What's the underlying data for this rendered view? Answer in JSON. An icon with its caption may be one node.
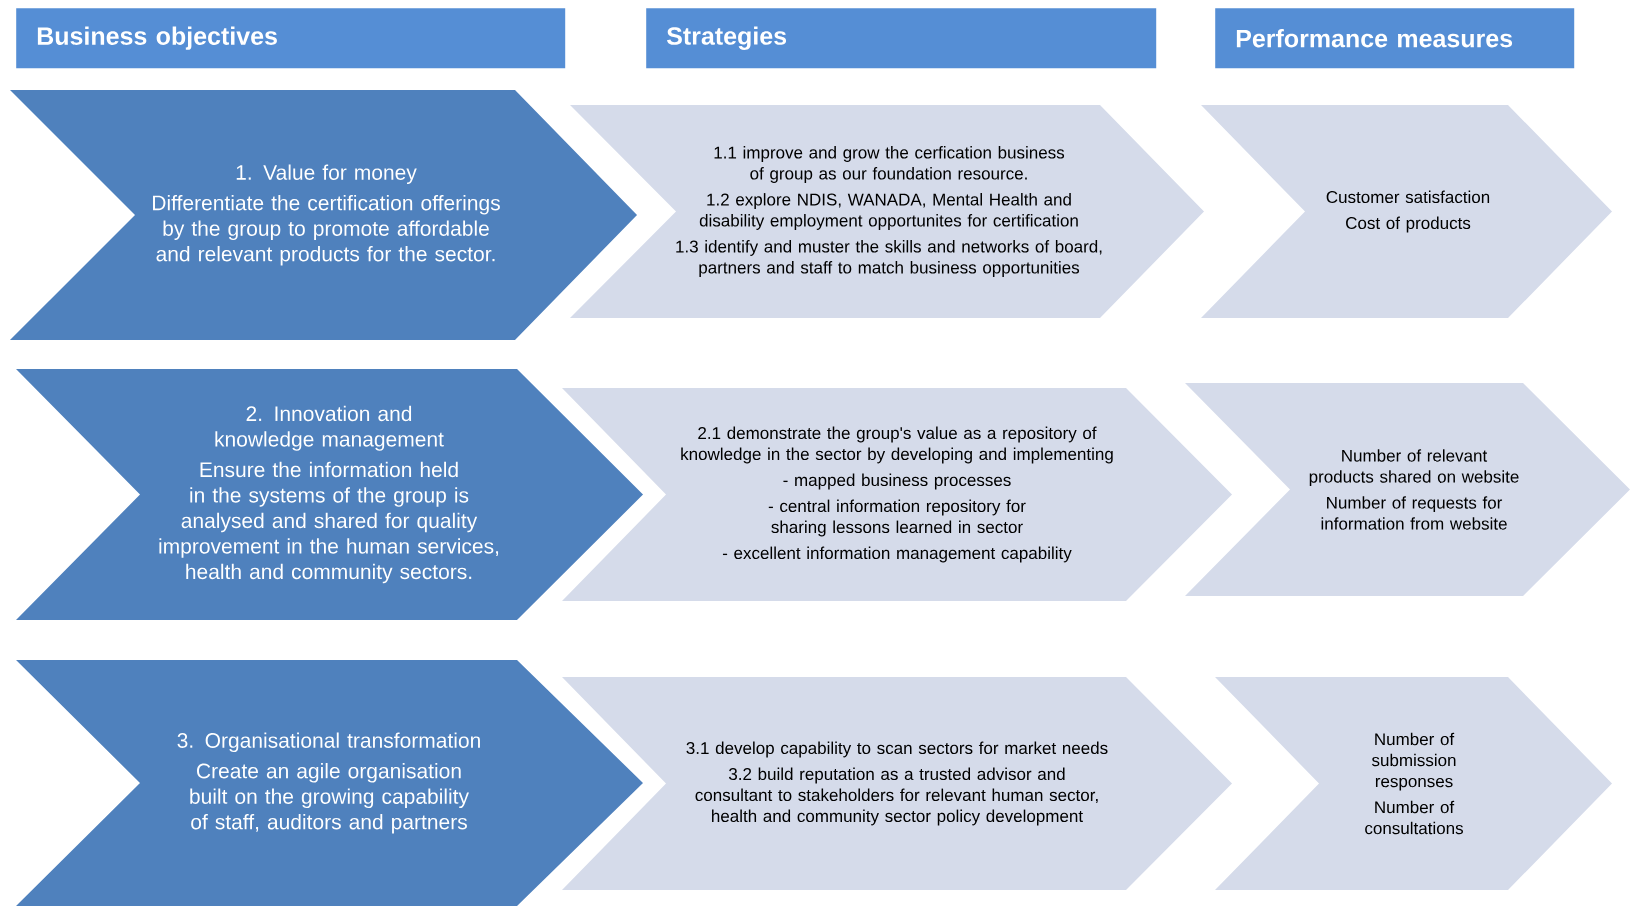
{
  "diagram": {
    "nodes": [
      {
        "text": [
          "Business objectives"
        ]
      },
      {
        "text": [
          "Strategies"
        ]
      },
      {
        "text": [
          "Performance measures"
        ]
      },
      {
        "text": [
          "1. Value for money",
          "Differentiate the certification offerings by the group to promote affordable and relevant products for the sector."
        ]
      },
      {
        "text": [
          "1.1 improve and grow the cerfication business of group as our foundation resource.",
          "1.2 explore NDIS, WANADA, Mental Health and disability employment opportunites for certification",
          "1.3 identify and muster the skills and networks of board, partners and staff to match business opportunities"
        ]
      },
      {
        "text": [
          "Customer satisfaction",
          "Cost of products"
        ]
      },
      {
        "text": [
          "2. Innovation and knowledge management",
          "Ensure the information held in the systems of the group is analysed and shared for quality improvement in the human services, health and community sectors."
        ]
      },
      {
        "text": [
          "2.1 demonstrate the group's value as a repository of knowledge in the sector by developing and implementing",
          "- mapped business processes",
          "- central information repository for sharing lessons learned in sector",
          "- excellent information management capability"
        ]
      },
      {
        "text": [
          "Number of relevant products shared on website",
          "Number of requests for information from website"
        ]
      },
      {
        "text": [
          "3. Organisational transformation",
          "Create an agile organisation built on the growing capability of staff, auditors and partners"
        ]
      },
      {
        "text": [
          "3.1 develop capability to scan sectors for market needs",
          "3.2 build reputation as a trusted advisor and consultant to stakeholders for relevant human sector, health and community sector policy development"
        ]
      },
      {
        "text": [
          "Number of submission responses",
          "Number of consultations"
        ]
      }
    ]
  }
}
